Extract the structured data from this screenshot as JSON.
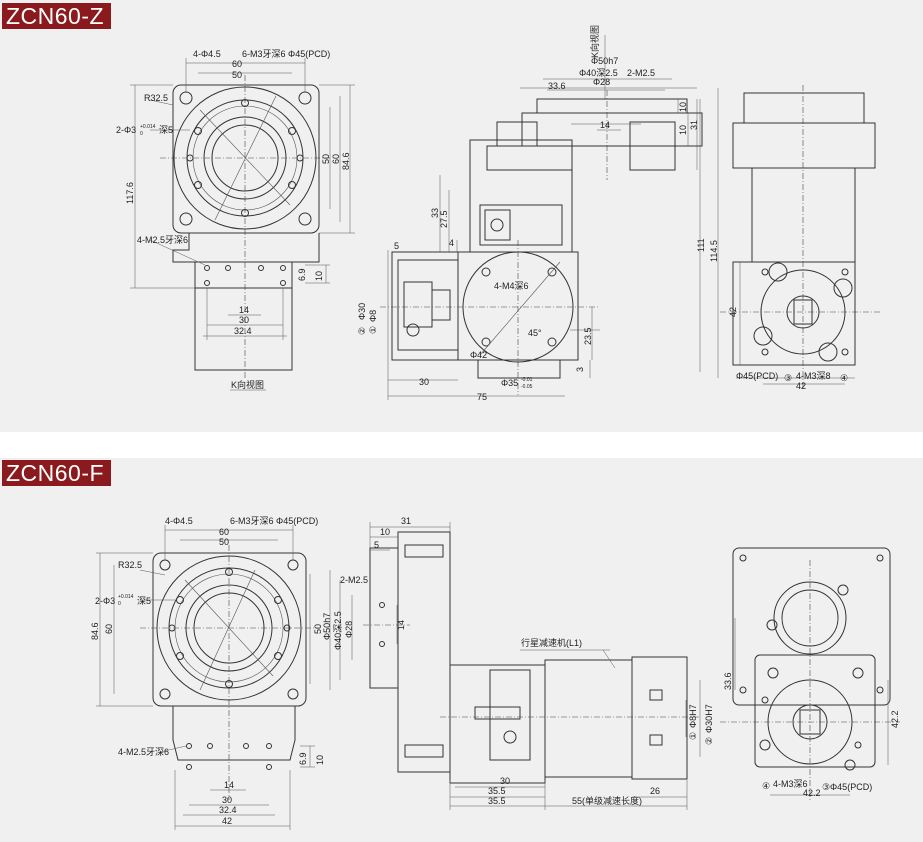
{
  "colors": {
    "title_bg": "#8a1a1e",
    "panel_bg": "#f0f0f0",
    "line": "#333333"
  },
  "panel_z": {
    "title": "ZCN60-Z",
    "front": {
      "holes": "4-Φ4.5",
      "pcd_holes": "6-M3牙深6 Φ45(PCD)",
      "dim_60": "60",
      "dim_50": "50",
      "radius": "R32.5",
      "pin_hole": "2-Φ3",
      "tol_up": "+0.014",
      "tol_dn": "0",
      "depth": "深5",
      "height_total": "117.6",
      "h_50": "50",
      "h_60": "60",
      "h_84_6": "84.6",
      "base_tap": "4-M2.5牙深6",
      "d_6_9": "6.9",
      "d_10": "10",
      "d_14": "14",
      "d_30": "30",
      "d_32_4": "32.4",
      "view_label": "K向视图"
    },
    "side": {
      "view_label": "K向视图",
      "d_phi50": "Φ50h7",
      "d_phi40": "Φ40深2.5",
      "d_m25": "2-M2.5",
      "d_phi28": "Φ28",
      "d_33_6": "33.6",
      "d_14": "14",
      "d_10a": "10",
      "d_10b": "10",
      "d_31": "31",
      "d_33": "33",
      "d_27_5": "27.5",
      "d_4": "4",
      "d_5": "5",
      "d_114_5": "114.5",
      "d_111": "111",
      "motor_tap": "4-M4深6",
      "angle": "45°",
      "d_phi42": "Φ42",
      "d_23_5": "23.5",
      "d_3": "3",
      "d_phi35": "Φ35",
      "d_phi35_tol_up": "-0.01",
      "d_phi35_tol_dn": "-0.05",
      "d_phi30": "Φ30",
      "d_phi8": "Φ8",
      "d_30": "30",
      "d_75": "75",
      "circle_2": "②",
      "circle_1": "①"
    },
    "right": {
      "d_42v": "42",
      "pcd": "Φ45(PCD)",
      "circle_3": "③",
      "tap": "4-M3深8",
      "circle_4": "④",
      "d_42h": "42"
    }
  },
  "panel_f": {
    "title": "ZCN60-F",
    "front": {
      "holes": "4-Φ4.5",
      "pcd_holes": "6-M3牙深6 Φ45(PCD)",
      "dim_60": "60",
      "dim_50": "50",
      "radius": "R32.5",
      "pin_hole": "2-Φ3",
      "tol_up": "+0.014",
      "tol_dn": "0",
      "depth": "深5",
      "h_84_6": "84.6",
      "h_60": "60",
      "h_50": "50",
      "base_tap": "4-M2.5牙深6",
      "d_6_9": "6.9",
      "d_10": "10",
      "d_14": "14",
      "d_30": "30",
      "d_32_4": "32.4",
      "d_42": "42"
    },
    "side": {
      "d_31": "31",
      "d_10": "10",
      "d_5": "5",
      "d_m25": "2-M2.5",
      "d_phi50": "Φ50h7",
      "d_phi40": "Φ40深2.5",
      "d_phi28": "Φ28",
      "d_14": "14",
      "reducer_label": "行星减速机(L1)",
      "d_phi8": "Φ8H7",
      "d_phi30": "Φ30H7",
      "circle_1": "①",
      "circle_2": "②",
      "d_30": "30",
      "d_35_5a": "35.5",
      "d_35_5b": "35.5",
      "d_26": "26",
      "d_55": "55(单级减速长度)"
    },
    "right": {
      "d_33_6": "33.6",
      "d_42_2v": "42.2",
      "circle_4": "④",
      "tap": "4-M3深6",
      "d_42_2h": "42.2",
      "circle_3": "③",
      "pcd": "Φ45(PCD)"
    }
  }
}
